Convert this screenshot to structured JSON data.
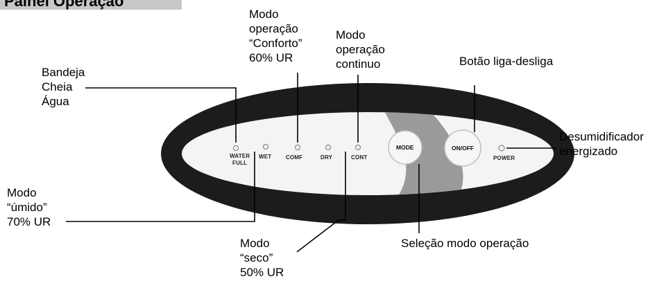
{
  "title": "Painel Operação",
  "panel": {
    "indicators": [
      {
        "label_line1": "WATER",
        "label_line2": "FULL"
      },
      {
        "label_line1": "WET"
      },
      {
        "label_line1": "COMF"
      },
      {
        "label_line1": "DRY"
      },
      {
        "label_line1": "CONT"
      },
      {
        "label_line1": "POWER"
      }
    ],
    "buttons": {
      "mode": "MODE",
      "onoff": "ON/OFF"
    }
  },
  "callouts": {
    "bandeja": "Bandeja\nCheia\nÁgua",
    "umido": "Modo\n“úmido”\n70% UR",
    "conforto": "Modo\noperação\n“Conforto”\n60% UR",
    "continuo": "Modo\noperação\ncontinuo",
    "seco": "Modo\n“seco”\n50% UR",
    "selecao": "Seleção modo operação",
    "botao": "Botão liga-desliga",
    "energizado": "Desumidificador\nenergizado"
  }
}
